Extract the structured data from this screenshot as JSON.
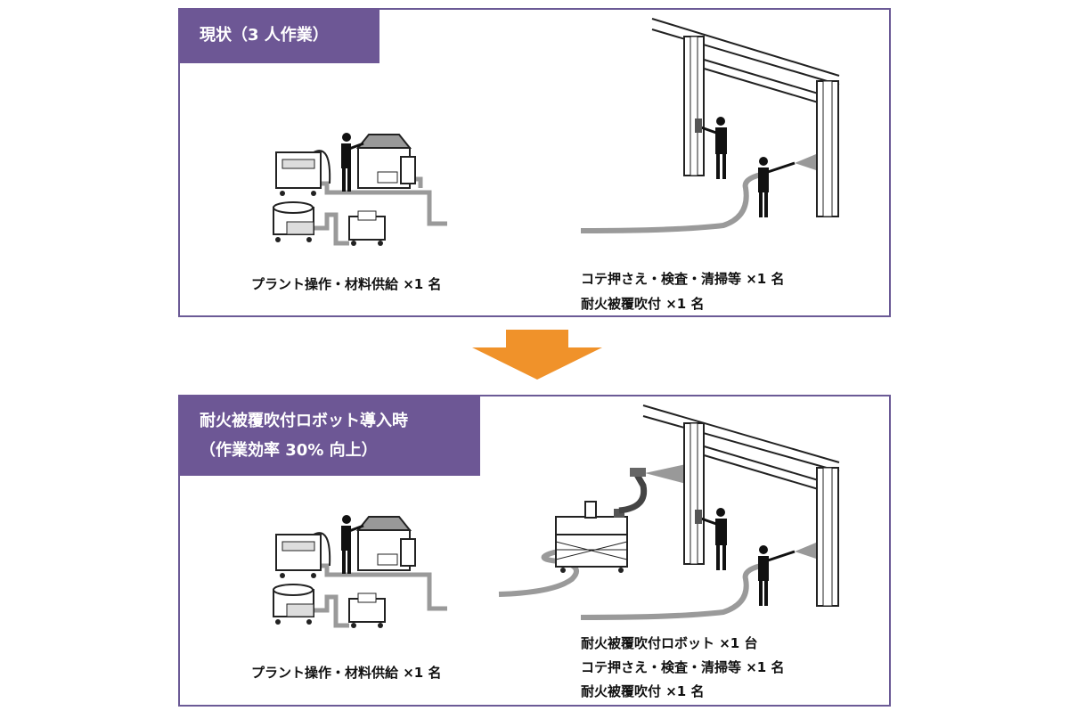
{
  "top_panel": {
    "title": "現状（3 人作業）",
    "plant_label": "プラント操作・材料供給 ×1 名",
    "worker_labels": [
      "コテ押さえ・検査・清掃等 ×1 名",
      "耐火被覆吹付 ×1 名"
    ]
  },
  "bottom_panel": {
    "title_lines": [
      "耐火被覆吹付ロボット導入時",
      "（作業効率 30% 向上）"
    ],
    "plant_label": "プラント操作・材料供給 ×1 名",
    "worker_labels": [
      "耐火被覆吹付ロボット ×1 台",
      "コテ押さえ・検査・清掃等 ×1 名",
      "耐火被覆吹付 ×1 名"
    ]
  },
  "colors": {
    "header_bg": "#6d5795",
    "border": "#6b5a96",
    "arrow": "#f0922a",
    "hose": "#9a9a9a"
  }
}
